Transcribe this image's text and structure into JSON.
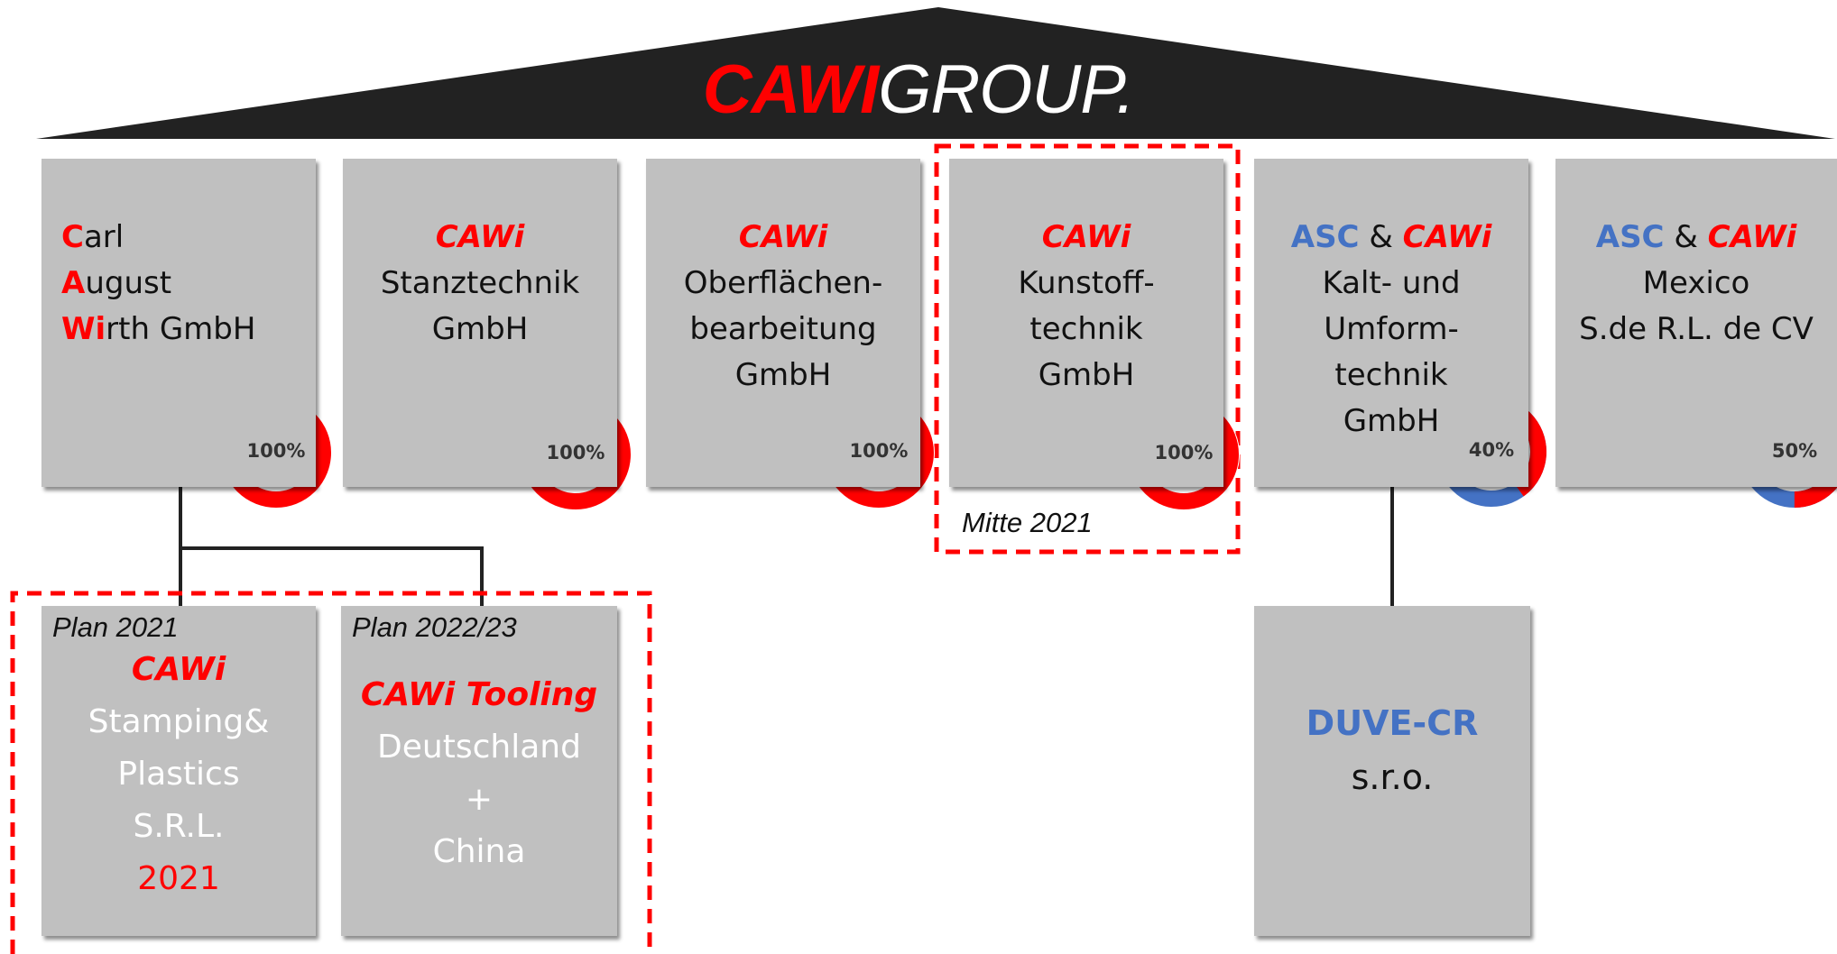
{
  "header": {
    "brand_red": "CAWI",
    "brand_rest": "GROUP."
  },
  "colors": {
    "accent_red": "#ff0000",
    "blue": "#4472c4",
    "roof": "#222222",
    "box_grey": "#c0c0c0"
  },
  "companies": [
    {
      "lines": [
        [
          "C",
          "arl"
        ],
        [
          "A",
          "ugust"
        ],
        [
          "Wi",
          "rth GmbH"
        ]
      ],
      "ownership_percent": 100,
      "ownership_label": "100%"
    },
    {
      "brand": "CAWi",
      "lines": [
        "Stanztechnik",
        "GmbH"
      ],
      "ownership_percent": 100,
      "ownership_label": "100%"
    },
    {
      "brand": "CAWi",
      "lines": [
        "Oberflächen-",
        "bearbeitung",
        "GmbH"
      ],
      "ownership_percent": 100,
      "ownership_label": "100%"
    },
    {
      "brand": "CAWi",
      "lines": [
        "Kunstoff-",
        "technik",
        "GmbH"
      ],
      "ownership_percent": 100,
      "ownership_label": "100%",
      "note": "Mitte 2021"
    },
    {
      "partner": "ASC",
      "amp": "&",
      "brand": "CAWi",
      "lines": [
        "Kalt- und",
        "Umform-",
        "technik",
        "GmbH"
      ],
      "ownership_percent": 40,
      "ownership_label": "40%"
    },
    {
      "partner": "ASC",
      "amp": "&",
      "brand": "CAWi",
      "lines": [
        "Mexico",
        "S.de R.L. de CV"
      ],
      "ownership_percent": 50,
      "ownership_label": "50%"
    }
  ],
  "subsidiaries": [
    {
      "plan": "Plan 2021",
      "brand": "CAWi",
      "lines": [
        "Stamping&",
        "Plastics",
        "S.R.L."
      ],
      "year": "2021"
    },
    {
      "plan": "Plan 2022/23",
      "brand": "CAWi Tooling",
      "lines": [
        "Deutschland",
        "+",
        "China"
      ]
    },
    {
      "name": "DUVE-CR",
      "lines": [
        "s.r.o."
      ]
    }
  ]
}
